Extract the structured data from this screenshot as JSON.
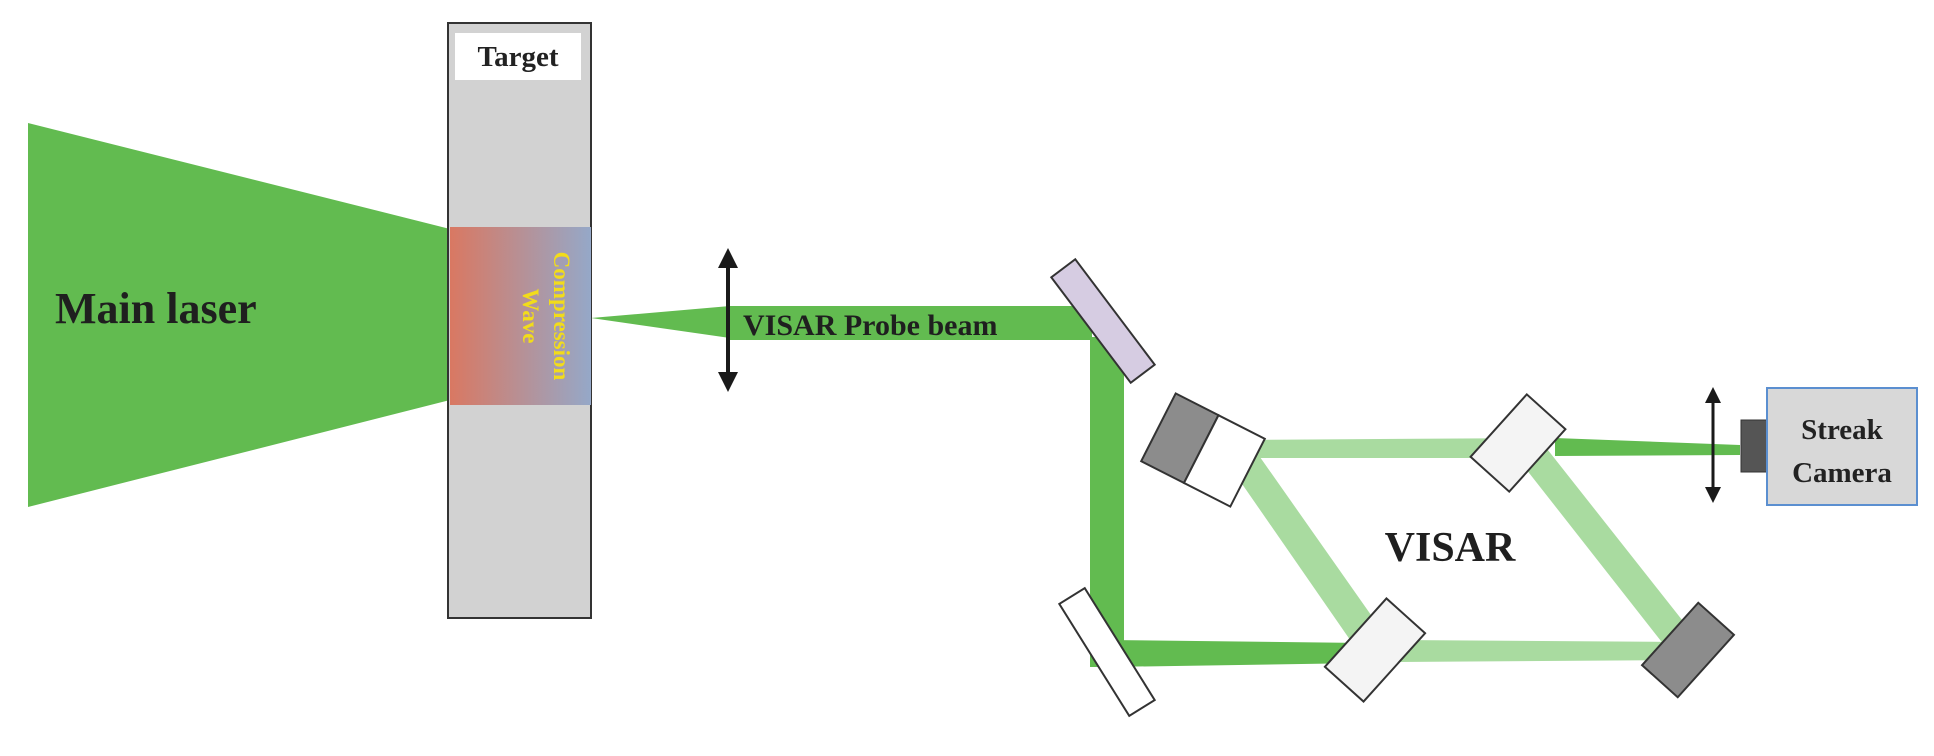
{
  "labels": {
    "main_laser": "Main laser",
    "target": "Target",
    "compression_line1": "Compression",
    "compression_line2": "Wave",
    "probe_beam": "VISAR Probe beam",
    "visar": "VISAR",
    "streak_line1": "Streak",
    "streak_line2": "Camera"
  },
  "colors": {
    "laser_green": "#62bb50",
    "faint_green": "#a9dba0",
    "target_gray": "#d2d2d2",
    "compression_red": "#d97862",
    "compression_blue": "#95a8c8",
    "compression_text": "#f2dc1a",
    "mirror_lilac": "#d6cce2",
    "component_dark": "#8c8c8c",
    "camera_body": "#d8d8d8",
    "camera_border": "#5b8fd0",
    "camera_lens": "#555555",
    "arrow": "#1a1a1a"
  }
}
